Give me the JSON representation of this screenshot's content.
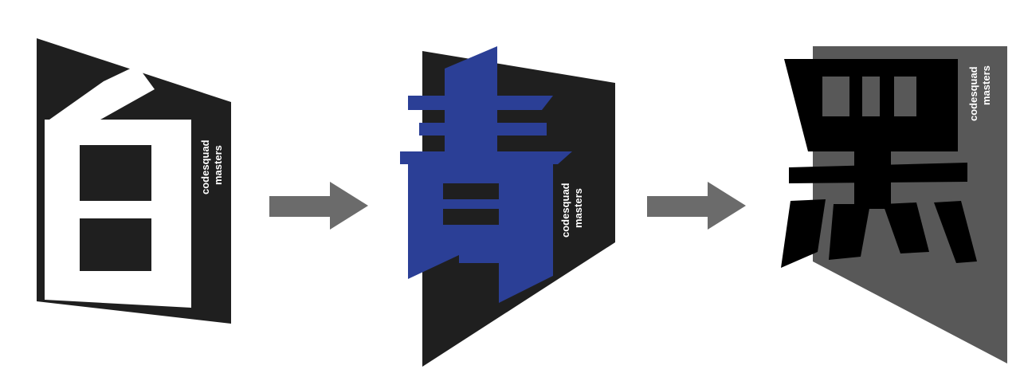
{
  "colors": {
    "background": "#ffffff",
    "dark": "#1f1f1f",
    "white": "#ffffff",
    "blue": "#2b3f96",
    "gray": "#585858",
    "black": "#000000",
    "arrow": "#6b6b6b"
  },
  "steps": [
    {
      "glyph_name": "white-character-icon",
      "brand_line1": "codesquad",
      "brand_line2": "masters"
    },
    {
      "glyph_name": "blue-character-icon",
      "brand_line1": "codesquad",
      "brand_line2": "masters"
    },
    {
      "glyph_name": "black-character-icon",
      "brand_line1": "codesquad",
      "brand_line2": "masters"
    }
  ],
  "arrows": [
    {
      "name": "arrow-right-icon"
    },
    {
      "name": "arrow-right-icon"
    }
  ]
}
